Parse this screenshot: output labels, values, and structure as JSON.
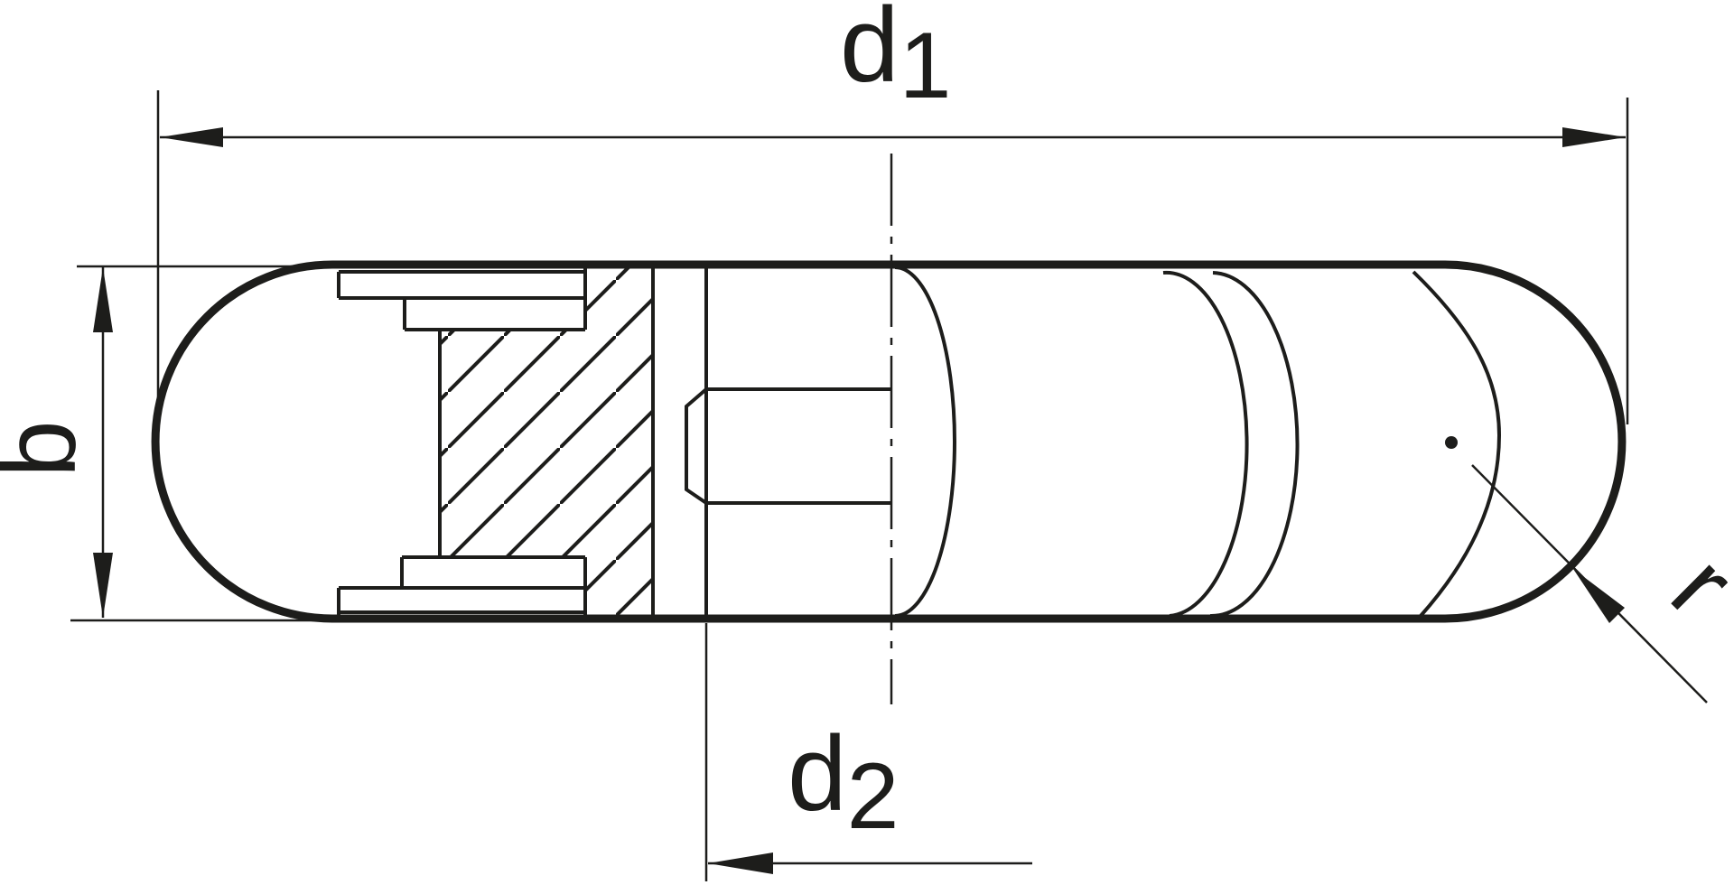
{
  "drawing": {
    "background": "#ffffff",
    "ink": "#1d1d1b",
    "dimensions": {
      "d1": {
        "base": "d",
        "sub": "1"
      },
      "d2": {
        "base": "d",
        "sub": "2"
      },
      "b": {
        "label": "b"
      },
      "r": {
        "label": "r"
      }
    }
  }
}
